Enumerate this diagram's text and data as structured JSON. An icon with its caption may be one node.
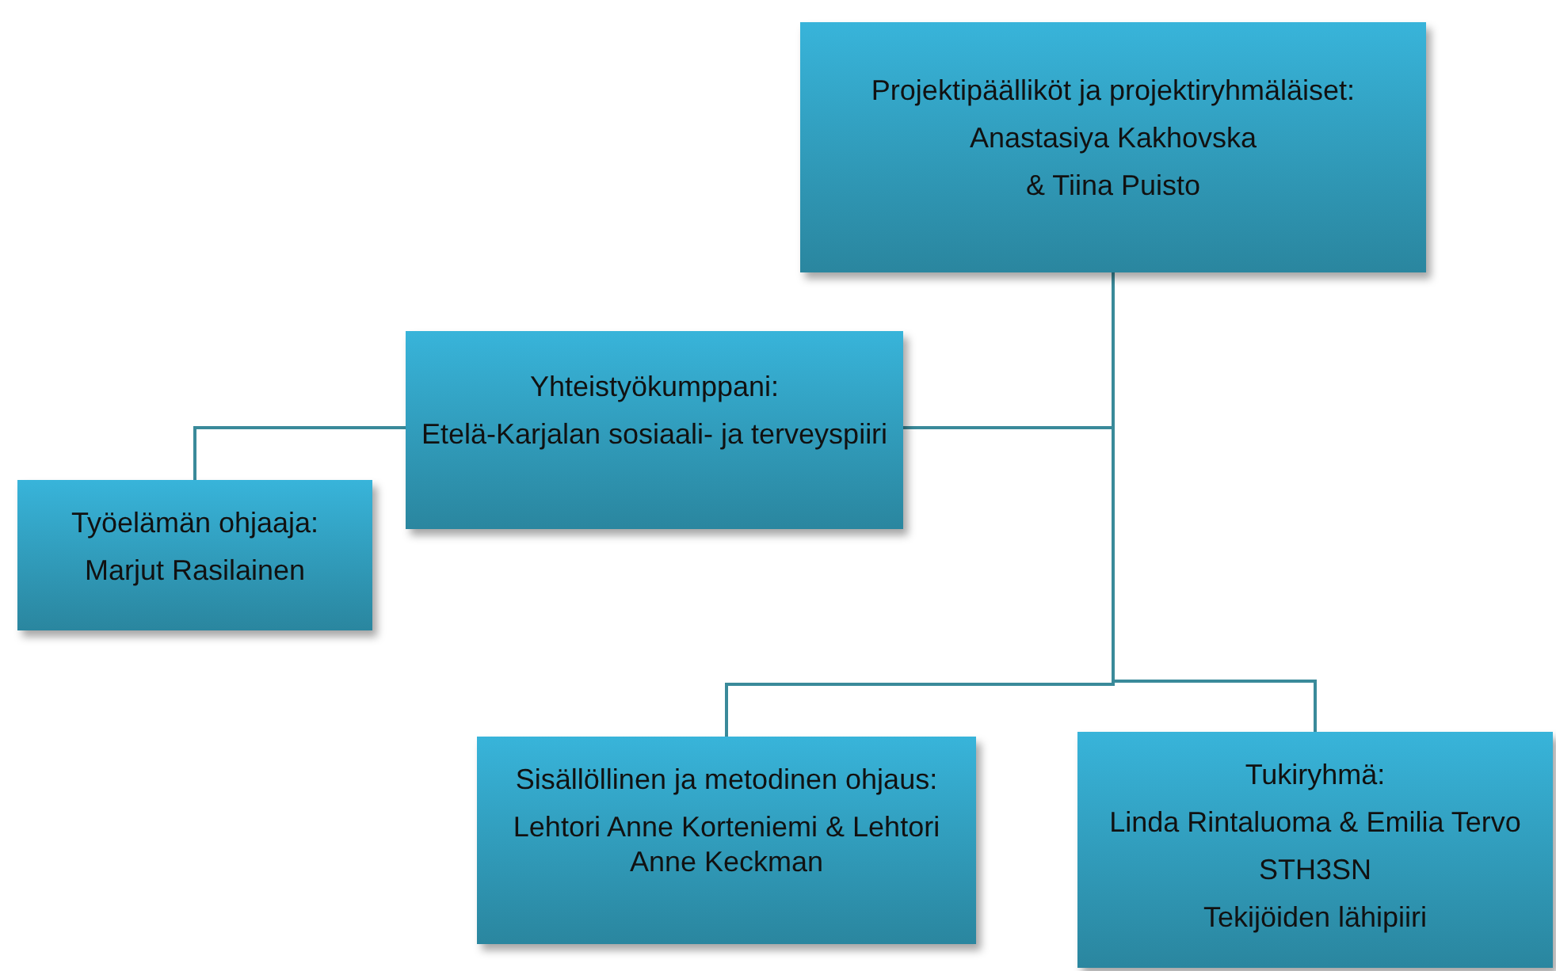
{
  "diagram": {
    "nodes": [
      {
        "text": [
          "Projektipäälliköt ja projektiryhmäläiset:",
          "Anastasiya Kakhovska",
          "& Tiina Puisto"
        ]
      },
      {
        "text": [
          "Yhteistyökumppani:",
          "Etelä-Karjalan sosiaali- ja terveyspiiri"
        ]
      },
      {
        "text": [
          "Työelämän ohjaaja:",
          "Marjut Rasilainen"
        ]
      },
      {
        "text": [
          "Sisällöllinen ja metodinen ohjaus:",
          "Lehtori Anne Korteniemi & Lehtori Anne Keckman"
        ]
      },
      {
        "text": [
          "Tukiryhmä:",
          "Linda Rintaluoma & Emilia Tervo",
          "STH3SN",
          "Tekijöiden lähipiiri"
        ]
      }
    ],
    "edges": [
      {
        "from": 0,
        "to": 1,
        "arrow": "none"
      },
      {
        "from": 1,
        "to": 2,
        "arrow": "none"
      },
      {
        "from": 0,
        "to": 3,
        "arrow": "none"
      },
      {
        "from": 0,
        "to": 4,
        "arrow": "none"
      }
    ]
  }
}
